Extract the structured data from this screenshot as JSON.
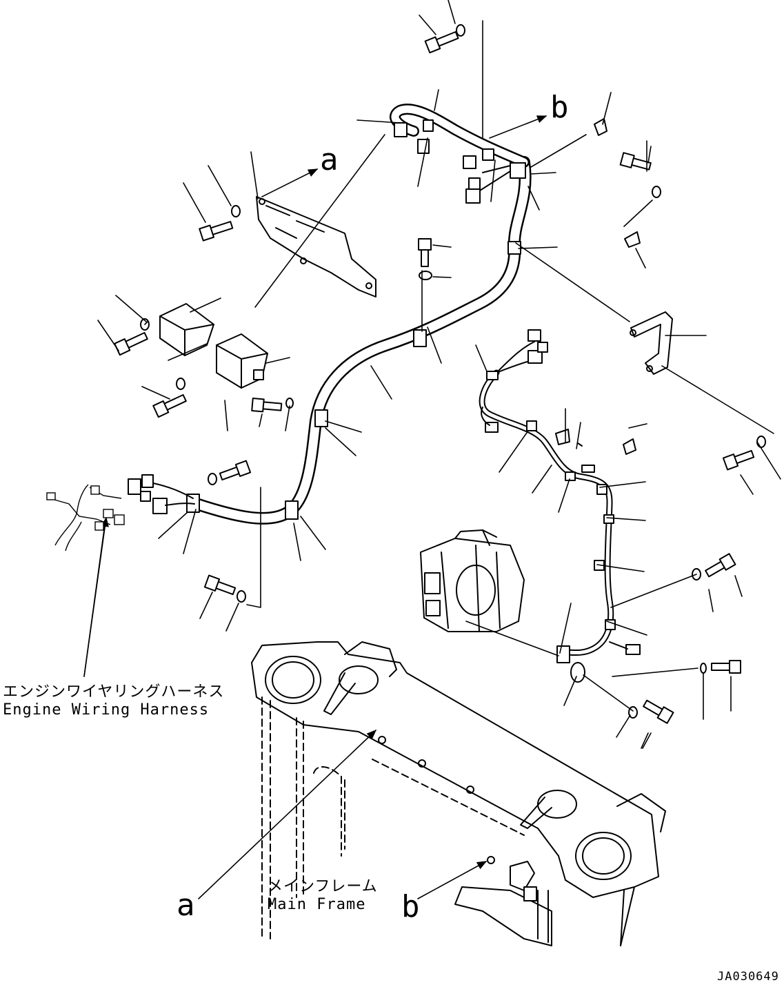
{
  "diagram": {
    "callouts": {
      "a_top": "a",
      "b_top": "b",
      "a_bottom": "a",
      "b_bottom": "b"
    },
    "engine_harness": {
      "jp": "エンジンワイヤリングハーネス",
      "en": "Engine Wiring Harness"
    },
    "main_frame": {
      "jp": "メインフレーム",
      "en": "Main Frame"
    },
    "drawing_code": "JA030649"
  }
}
